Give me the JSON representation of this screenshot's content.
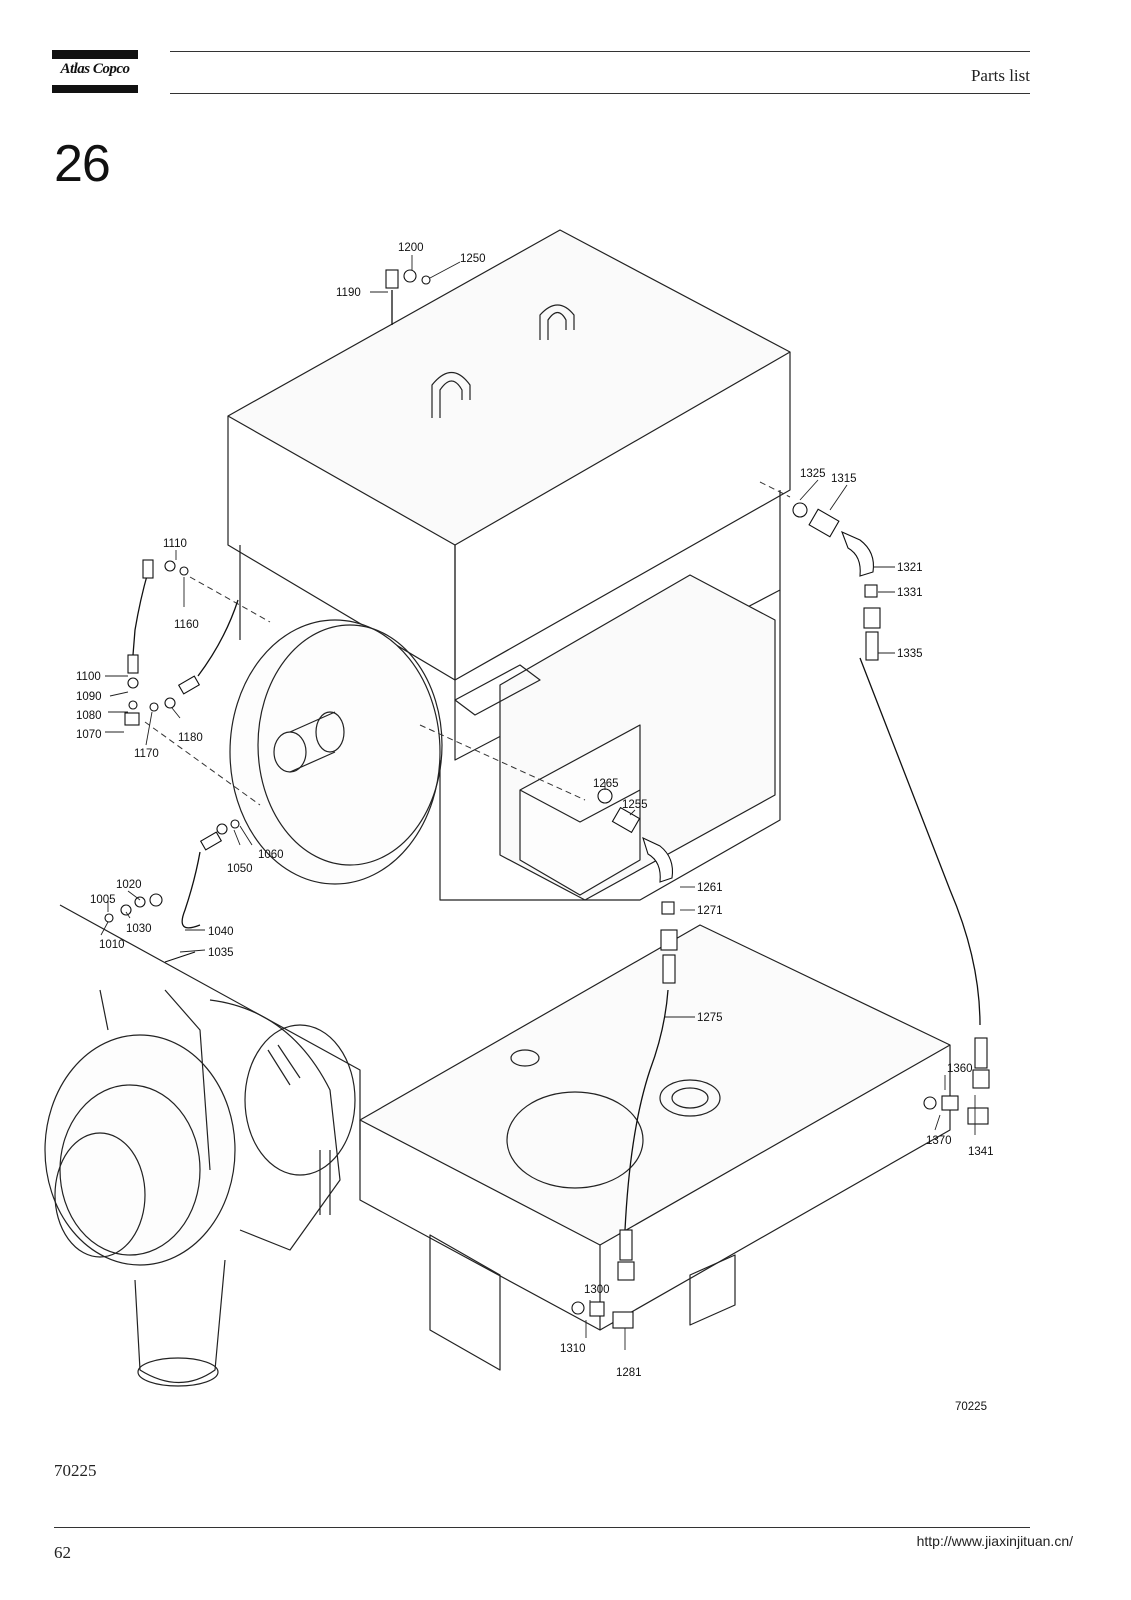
{
  "header": {
    "brand": "Atlas Copco",
    "title": "Parts list"
  },
  "section": {
    "number": "26"
  },
  "drawing": {
    "callouts": [
      "1005",
      "1010",
      "1020",
      "1030",
      "1035",
      "1040",
      "1050",
      "1060",
      "1070",
      "1080",
      "1090",
      "1100",
      "1110",
      "1160",
      "1170",
      "1180",
      "1190",
      "1200",
      "1250",
      "1255",
      "1261",
      "1265",
      "1271",
      "1275",
      "1281",
      "1300",
      "1310",
      "1315",
      "1321",
      "1325",
      "1331",
      "1335",
      "1341",
      "1360",
      "1370"
    ],
    "figure_code": "70225"
  },
  "footer": {
    "figure_ref": "70225",
    "page_number": "62",
    "website": "http://www.jiaxinjituan.cn/"
  }
}
